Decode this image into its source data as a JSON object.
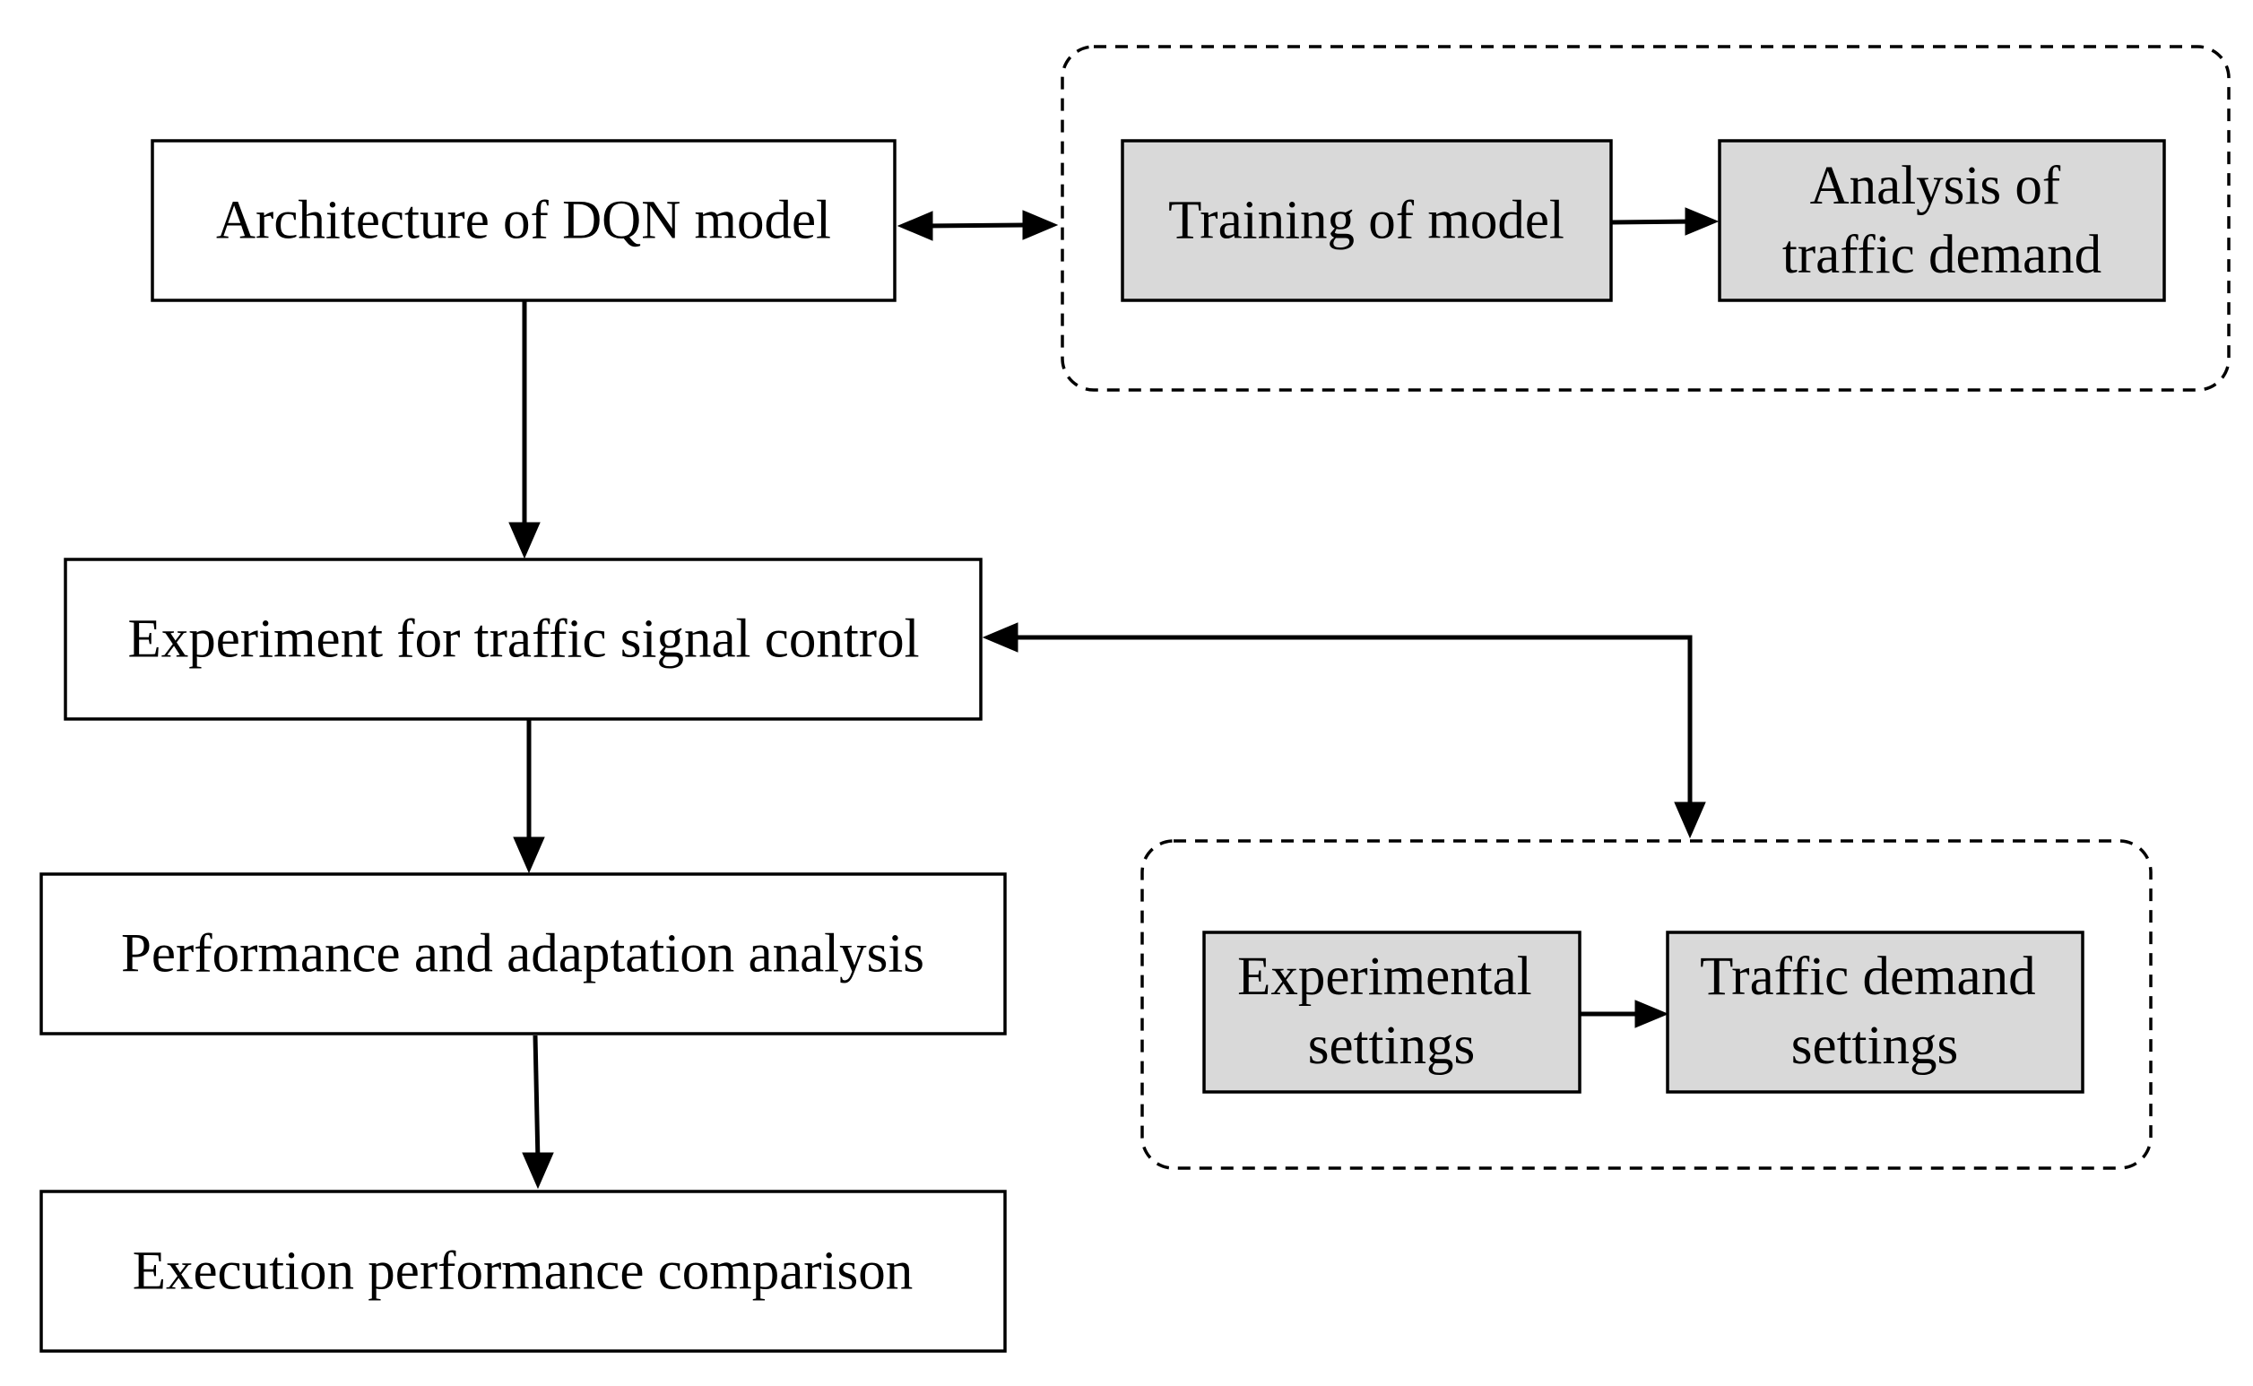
{
  "nodes": {
    "architecture": "Architecture of DQN model",
    "experiment": "Experiment for traffic signal control",
    "performance": "Performance and adaptation analysis",
    "execution": "Execution performance comparison",
    "training": "Training of model",
    "analysis": [
      "Analysis of",
      "traffic demand"
    ],
    "experimental_settings": [
      "Experimental",
      "settings"
    ],
    "traffic_demand_settings": [
      "Traffic demand",
      "settings"
    ]
  },
  "colors": {
    "primary_box_fill": "#ffffff",
    "secondary_box_fill": "#d9d9d9",
    "stroke": "#000000"
  }
}
